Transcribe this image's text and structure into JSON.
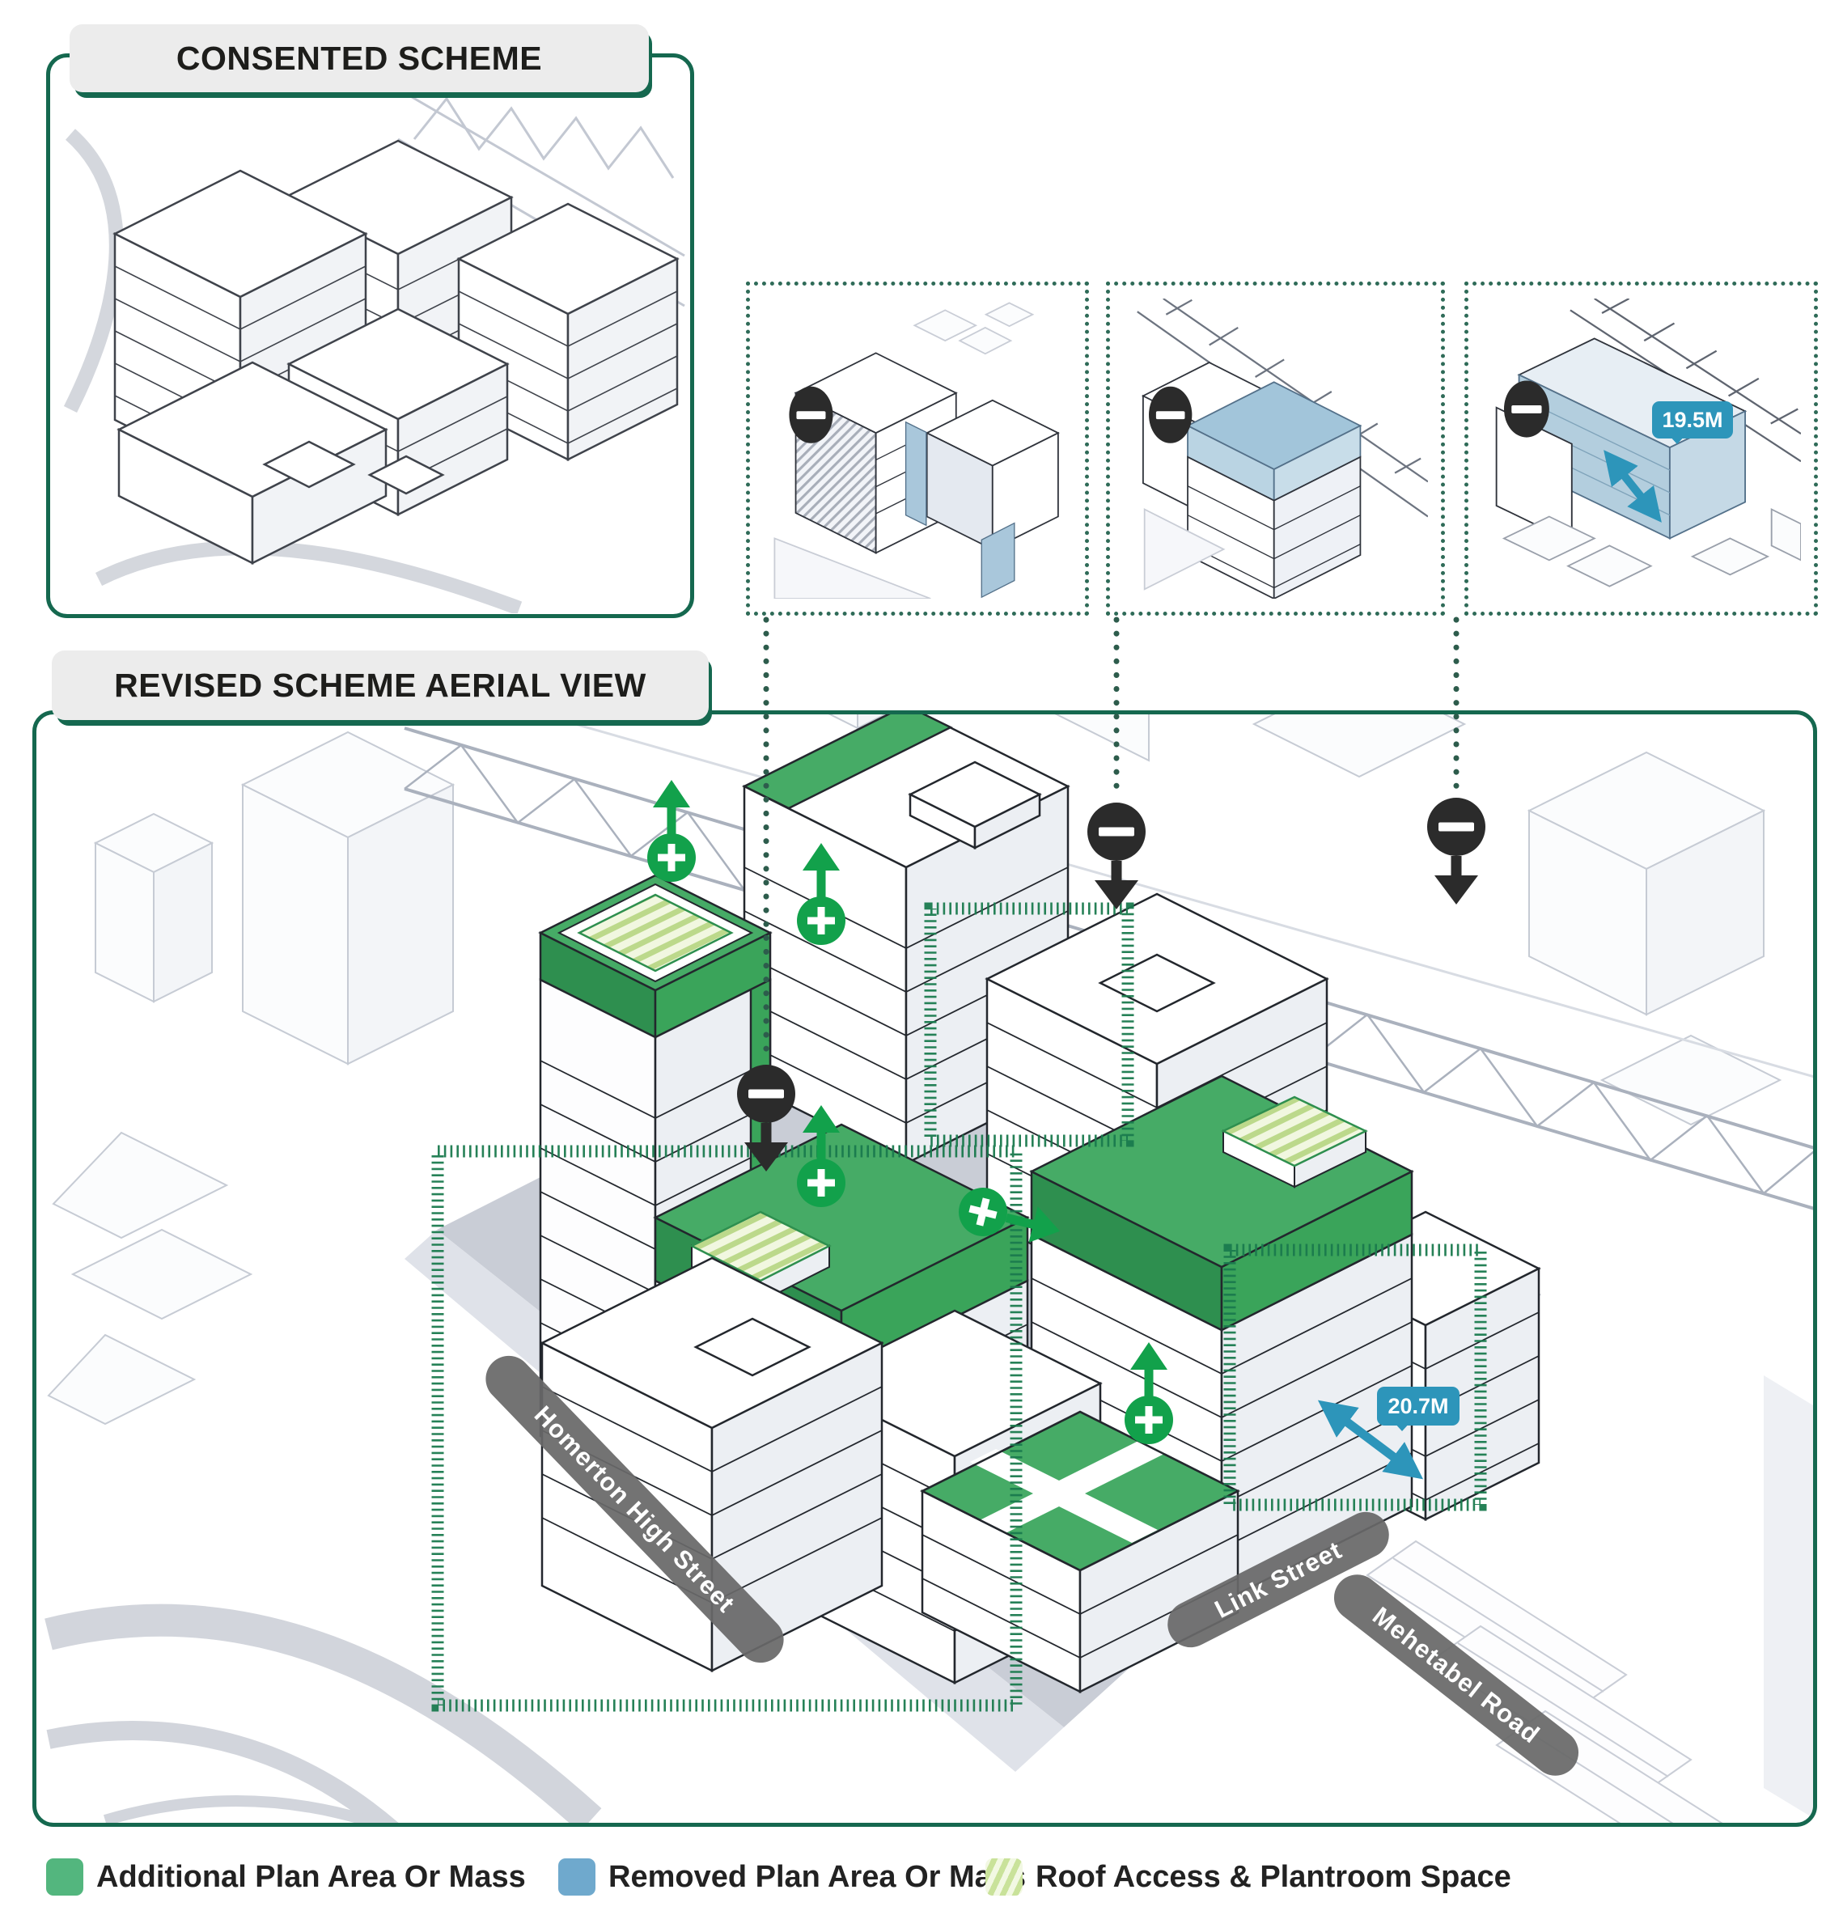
{
  "consented_panel": {
    "title": "CONSENTED SCHEME"
  },
  "revised_panel": {
    "title": "REVISED SCHEME AERIAL VIEW"
  },
  "detail_panels": [
    {
      "name": "removed-mass-detail-1",
      "icon": "minus-pin-icon"
    },
    {
      "name": "removed-mass-detail-2",
      "icon": "minus-pin-icon"
    },
    {
      "name": "removed-mass-detail-3",
      "icon": "minus-pin-icon",
      "measurement": "19.5M"
    }
  ],
  "aerial_view": {
    "measurement": "20.7M",
    "streets": [
      {
        "name": "Homerton High Street"
      },
      {
        "name": "Link Street"
      },
      {
        "name": "Mehetabel Road"
      }
    ],
    "icons": {
      "add": "plus-up-arrow-icon",
      "remove": "minus-down-arrow-icon"
    }
  },
  "legend": {
    "items": [
      {
        "label": "Additional Plan Area Or Mass",
        "swatch": "#53b67e",
        "style": "solid"
      },
      {
        "label": "Removed Plan Area Or Mass",
        "swatch": "#6fa9cd",
        "style": "solid"
      },
      {
        "label": "Roof Access & Plantroom Space",
        "swatch": "#c9e29a",
        "style": "hatched"
      }
    ]
  },
  "colors": {
    "accent_green_dark": "#15684f",
    "added_green": "#46ab66",
    "icon_green": "#12a14b",
    "removed_blue": "#a9c7db",
    "callout_blue": "#2d95ba",
    "pin_black": "#2b2b2b",
    "street_pill_gray": "#6b6b6b",
    "roof_hatch_green": "#bcd98b"
  }
}
